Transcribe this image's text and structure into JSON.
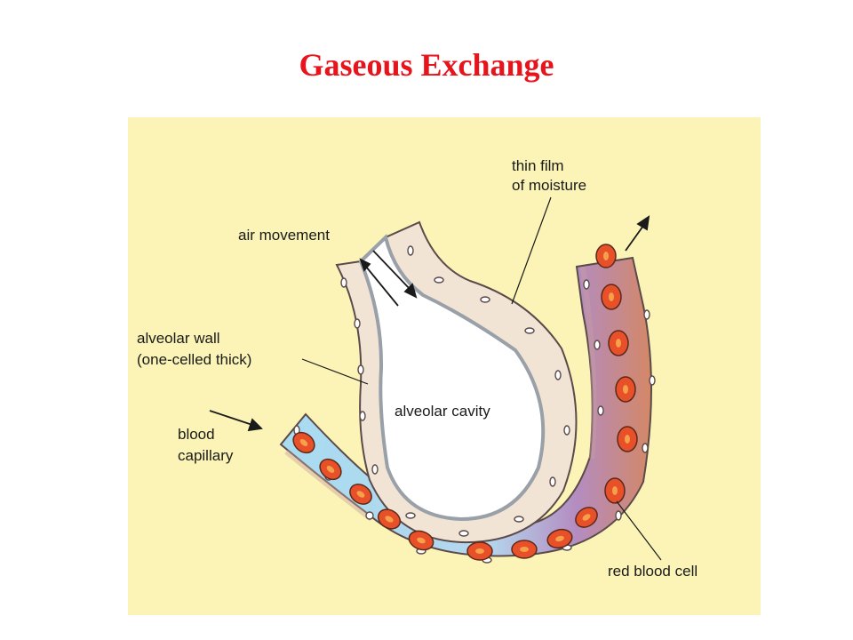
{
  "title": "Gaseous Exchange",
  "labels": {
    "moisture_line1": "thin film",
    "moisture_line2": "of moisture",
    "air_movement": "air movement",
    "alveolar_wall_line1": "alveolar wall",
    "alveolar_wall_line2": "(one-celled thick)",
    "alveolar_cavity": "alveolar cavity",
    "blood_line1": "blood",
    "blood_line2": "capillary",
    "red_blood_cell": "red blood cell"
  },
  "colors": {
    "title": "#e8141c",
    "background_panel": "#fbf4b6",
    "capillary_deoxygenated": "#a8dcf0",
    "capillary_oxygenated": "#d8875a",
    "red_blood_cell": "#e8502a"
  }
}
